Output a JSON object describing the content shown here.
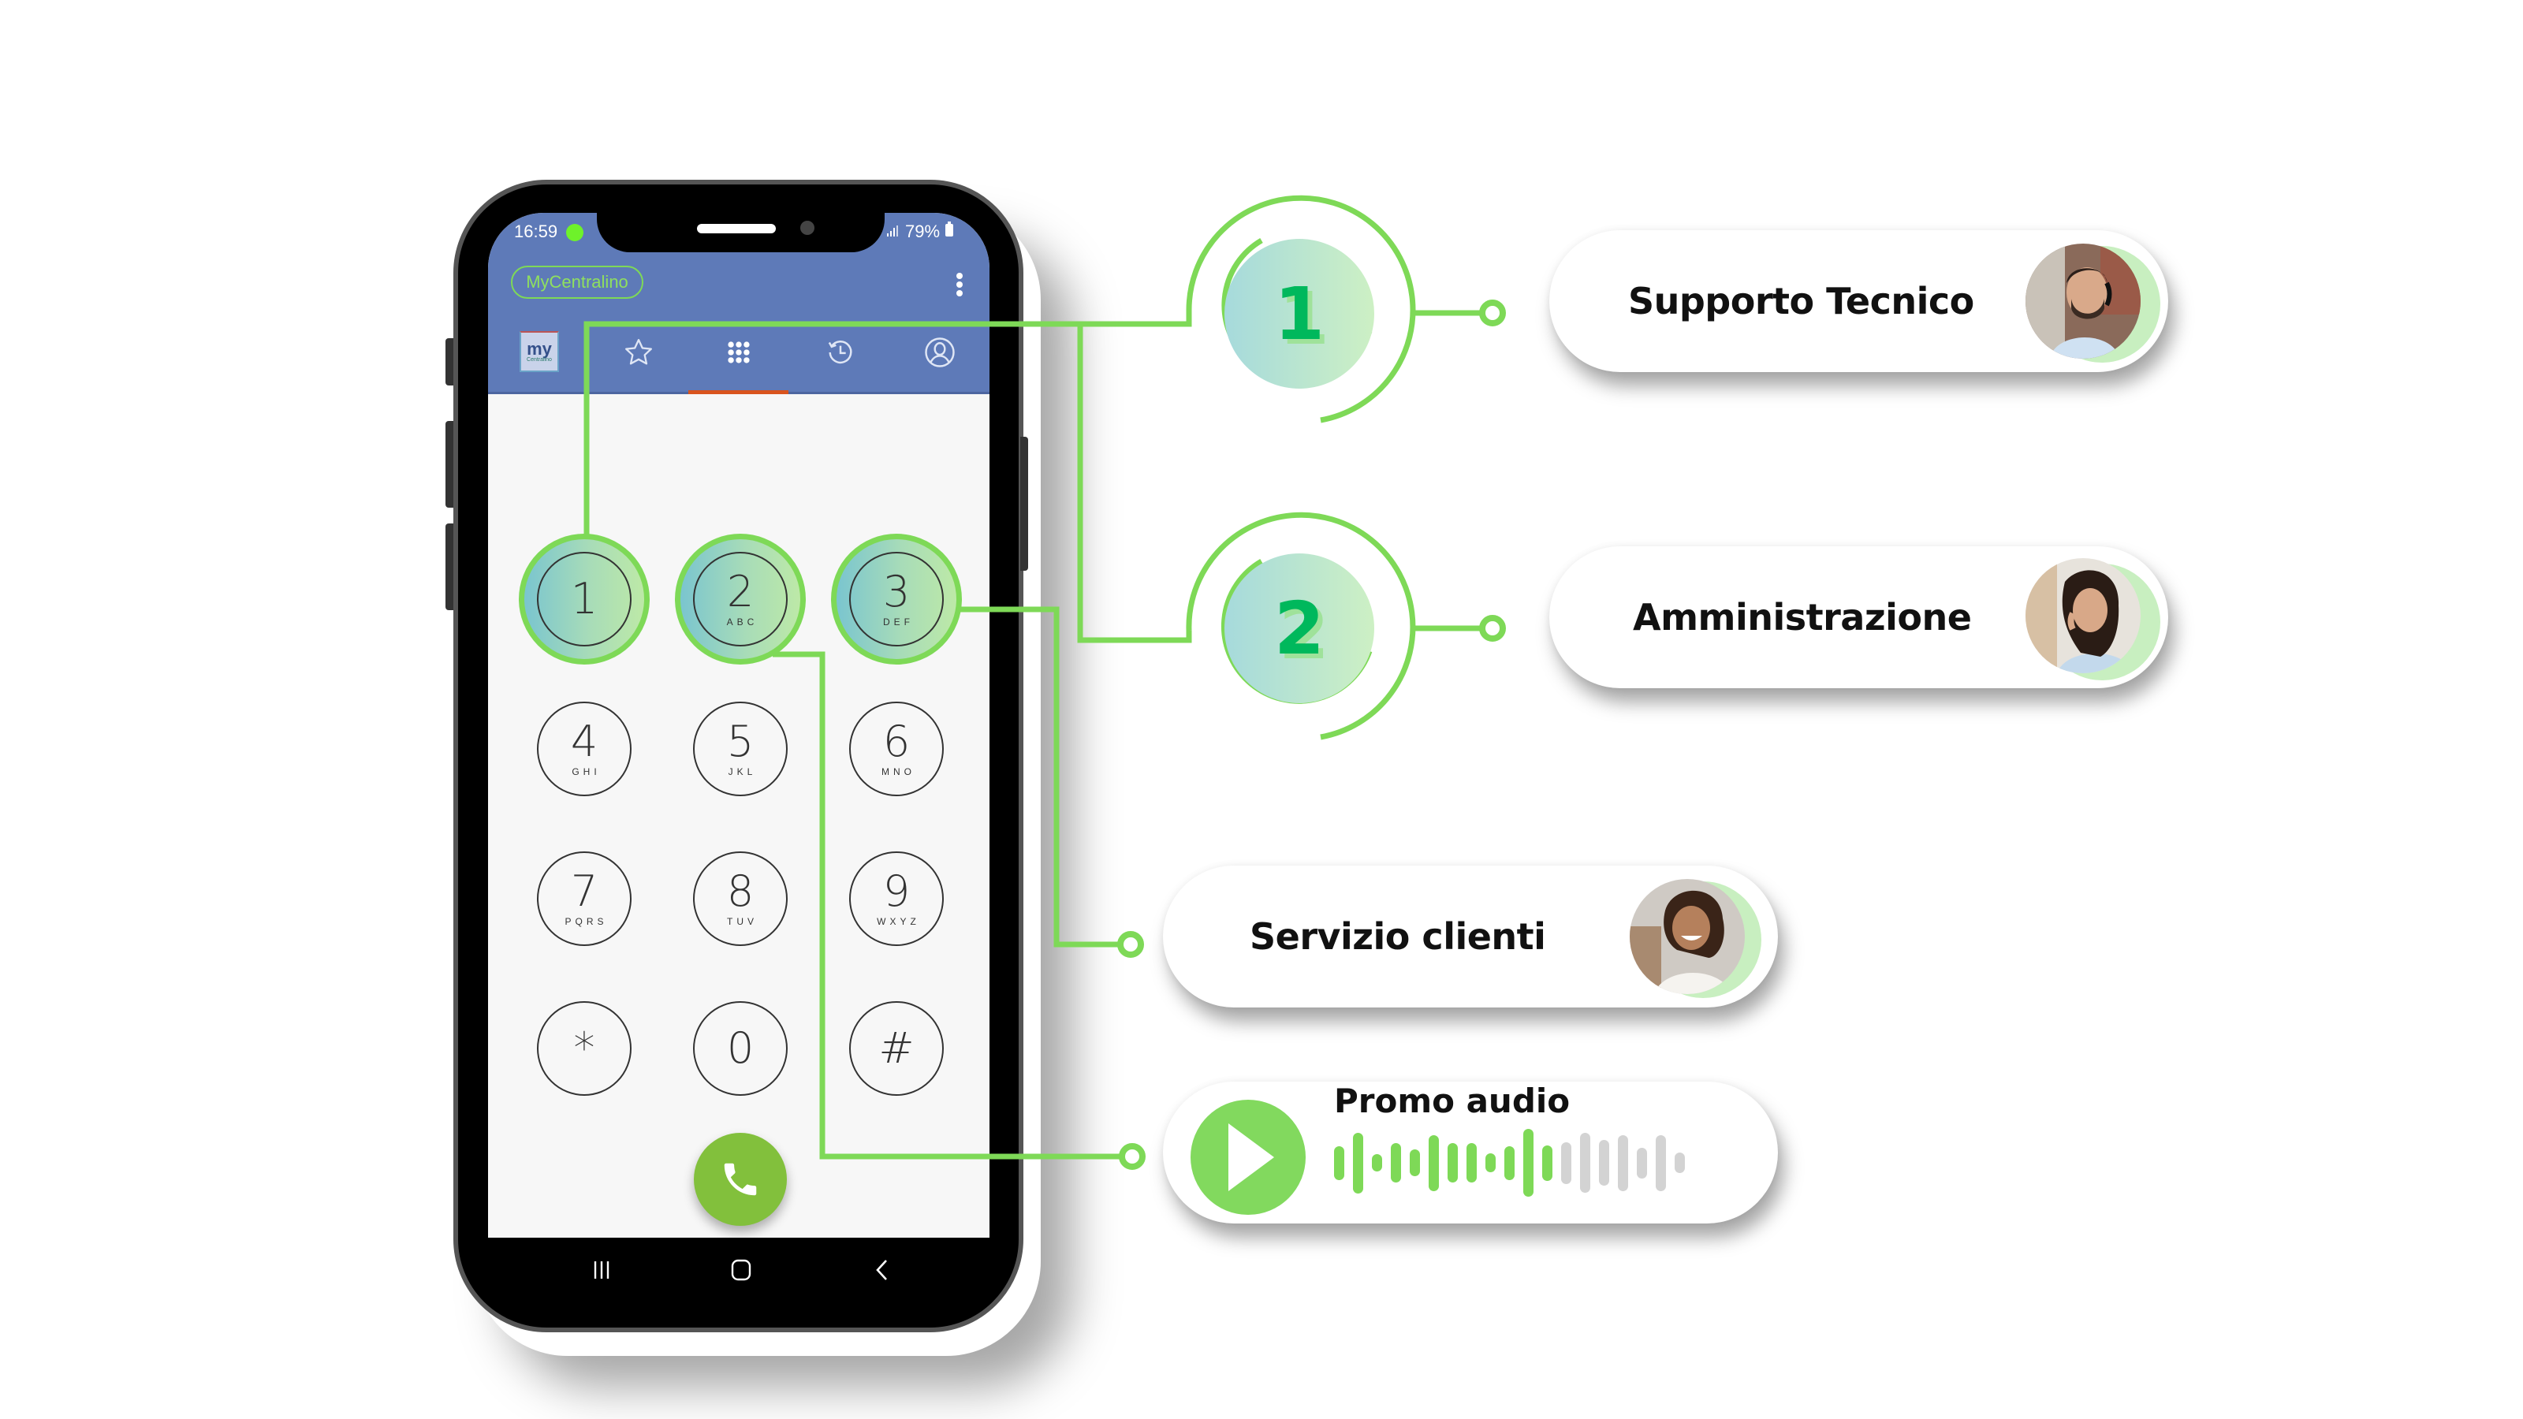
{
  "phone": {
    "status_bar": {
      "time": "16:59",
      "signal": ".ıl",
      "battery": "79%"
    },
    "app_title": "MyCentralino",
    "logo": {
      "main": "my",
      "sub": "Centralino"
    },
    "tabs": [
      {
        "name": "favorites",
        "icon": "star-icon"
      },
      {
        "name": "dialpad",
        "icon": "dialpad-icon",
        "active": true
      },
      {
        "name": "history",
        "icon": "history-icon"
      },
      {
        "name": "contacts",
        "icon": "person-icon"
      }
    ],
    "keypad": [
      {
        "digit": "1",
        "letters": "",
        "highlighted": true
      },
      {
        "digit": "2",
        "letters": "ABC",
        "highlighted": true
      },
      {
        "digit": "3",
        "letters": "DEF",
        "highlighted": true
      },
      {
        "digit": "4",
        "letters": "GHI"
      },
      {
        "digit": "5",
        "letters": "JKL"
      },
      {
        "digit": "6",
        "letters": "MNO"
      },
      {
        "digit": "7",
        "letters": "PQRS"
      },
      {
        "digit": "8",
        "letters": "TUV"
      },
      {
        "digit": "9",
        "letters": "WXYZ"
      },
      {
        "digit": "*",
        "letters": ""
      },
      {
        "digit": "0",
        "letters": ""
      },
      {
        "digit": "#",
        "letters": ""
      }
    ],
    "nav": [
      "recents-icon",
      "home-icon",
      "back-icon"
    ]
  },
  "menu_options": [
    {
      "number": "1",
      "label": "Supporto Tecnico",
      "avatar": "man-with-headset"
    },
    {
      "number": "2",
      "label": "Amministrazione",
      "avatar": "woman-with-headset"
    }
  ],
  "direct_options": [
    {
      "label": "Servizio clienti",
      "avatar": "woman-smiling-headset"
    }
  ],
  "promo": {
    "label": "Promo audio",
    "waveform_played_fraction": 0.63,
    "waveform_levels": [
      0.5,
      0.9,
      0.25,
      0.58,
      0.4,
      0.82,
      0.58,
      0.58,
      0.28,
      0.5,
      1.0,
      0.52,
      0.62,
      0.88,
      0.68,
      0.82,
      0.45,
      0.82,
      0.3
    ]
  },
  "colors": {
    "accent_green": "#7ed957",
    "number_green": "#00b85c",
    "app_header": "#5e7ab8",
    "tab_active": "#d9541e",
    "call_button": "#82c03c",
    "wave_unplayed": "#d3d3d3"
  }
}
